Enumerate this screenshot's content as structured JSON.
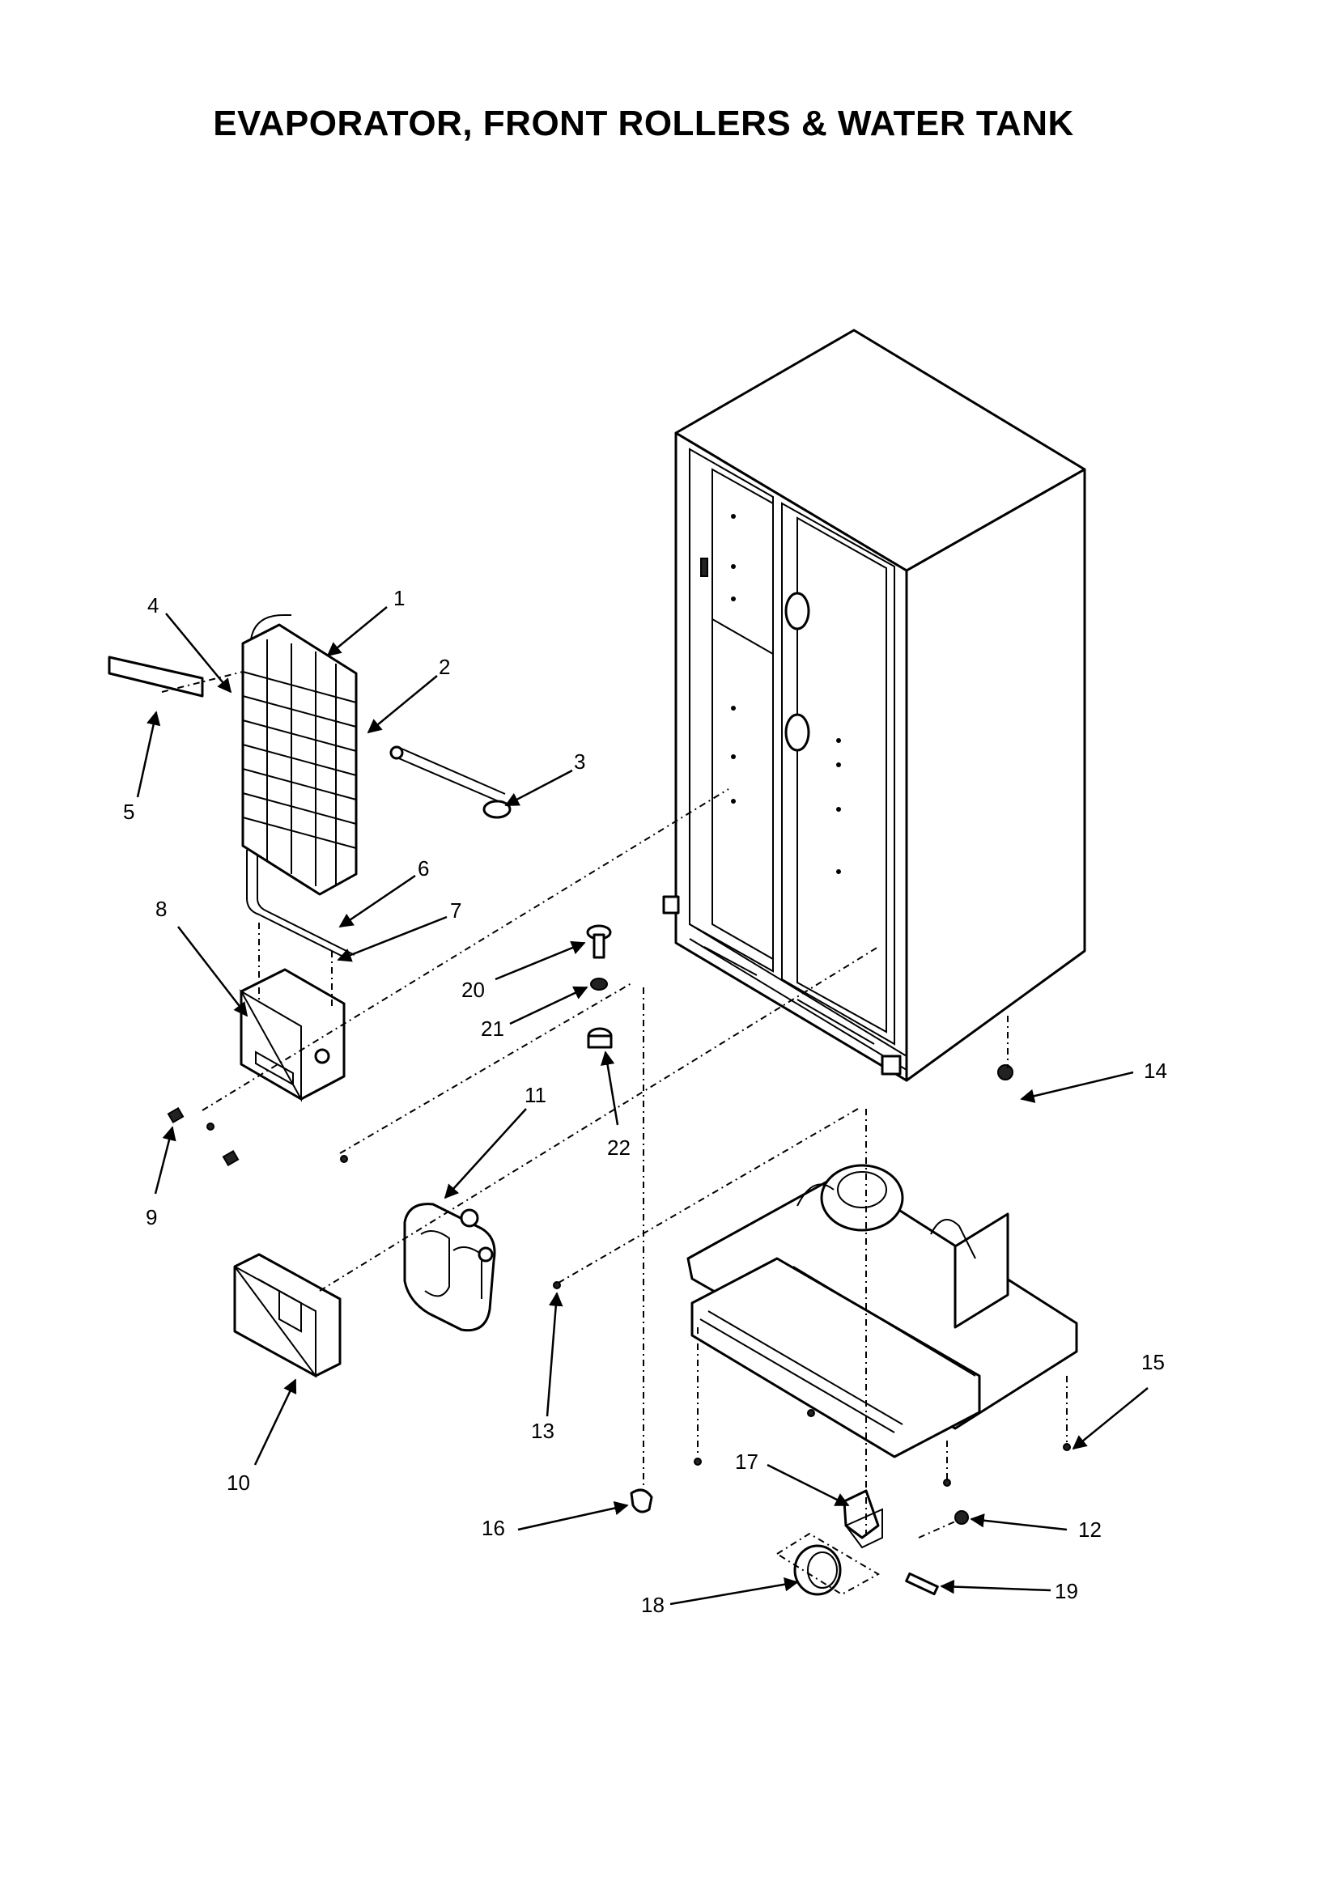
{
  "title": "EVAPORATOR, FRONT ROLLERS & WATER TANK",
  "callouts": [
    {
      "id": "1",
      "text": "1"
    },
    {
      "id": "2",
      "text": "2"
    },
    {
      "id": "3",
      "text": "3"
    },
    {
      "id": "4",
      "text": "4"
    },
    {
      "id": "5",
      "text": "5"
    },
    {
      "id": "6",
      "text": "6"
    },
    {
      "id": "7",
      "text": "7"
    },
    {
      "id": "8",
      "text": "8"
    },
    {
      "id": "9",
      "text": "9"
    },
    {
      "id": "10",
      "text": "10"
    },
    {
      "id": "11",
      "text": "11"
    },
    {
      "id": "12",
      "text": "12"
    },
    {
      "id": "13",
      "text": "13"
    },
    {
      "id": "14",
      "text": "14"
    },
    {
      "id": "15",
      "text": "15"
    },
    {
      "id": "16",
      "text": "16"
    },
    {
      "id": "17",
      "text": "17"
    },
    {
      "id": "18",
      "text": "18"
    },
    {
      "id": "19",
      "text": "19"
    },
    {
      "id": "20",
      "text": "20"
    },
    {
      "id": "21",
      "text": "21"
    },
    {
      "id": "22",
      "text": "22"
    }
  ]
}
